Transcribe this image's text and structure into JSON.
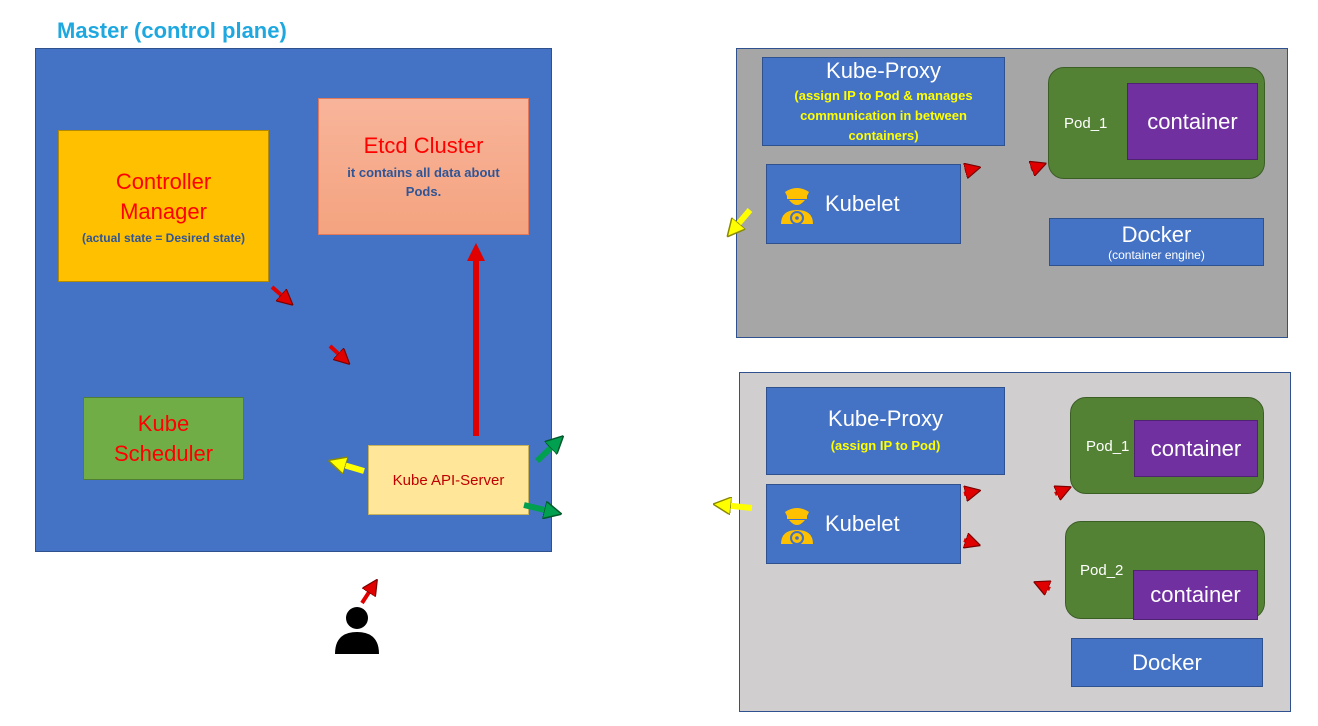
{
  "master": {
    "title": "Master (control plane)",
    "controller_manager": {
      "title_line1": "Controller",
      "title_line2": "Manager",
      "subtitle": "(actual state = Desired state)"
    },
    "etcd": {
      "title": "Etcd Cluster",
      "subtitle": "it contains all data about Pods."
    },
    "scheduler": {
      "title_line1": "Kube",
      "title_line2": "Scheduler"
    },
    "api_server": {
      "title": "Kube API-Server"
    }
  },
  "node1": {
    "kube_proxy": {
      "title": "Kube-Proxy",
      "subtitle": "(assign IP to Pod & manages communication in between containers)"
    },
    "kubelet": {
      "title": "Kubelet"
    },
    "pods": [
      {
        "label": "Pod_1",
        "container": "container"
      }
    ],
    "docker": {
      "title": "Docker",
      "subtitle": "(container engine)"
    }
  },
  "node2": {
    "kube_proxy": {
      "title": "Kube-Proxy",
      "subtitle": "(assign IP to Pod)"
    },
    "kubelet": {
      "title": "Kubelet"
    },
    "pods": [
      {
        "label": "Pod_1",
        "container": "container"
      },
      {
        "label": "Pod_2",
        "container": "container"
      }
    ],
    "docker": {
      "title": "Docker"
    }
  },
  "colors": {
    "master_bg": "#4472c4",
    "title_cyan": "#1fa8e0",
    "controller_bg": "#ffc000",
    "etcd_bg": "#f4a37f",
    "scheduler_bg": "#70ad47",
    "api_server_bg": "#ffe699",
    "node1_bg": "#a6a6a6",
    "node2_bg": "#d0cece",
    "pod_bg": "#548235",
    "container_bg": "#7030a0",
    "arrow_red": "#e00000",
    "arrow_yellow": "#ffff00",
    "arrow_green": "#00a050"
  },
  "icons": [
    "kubelet-captain-icon",
    "user-icon"
  ]
}
